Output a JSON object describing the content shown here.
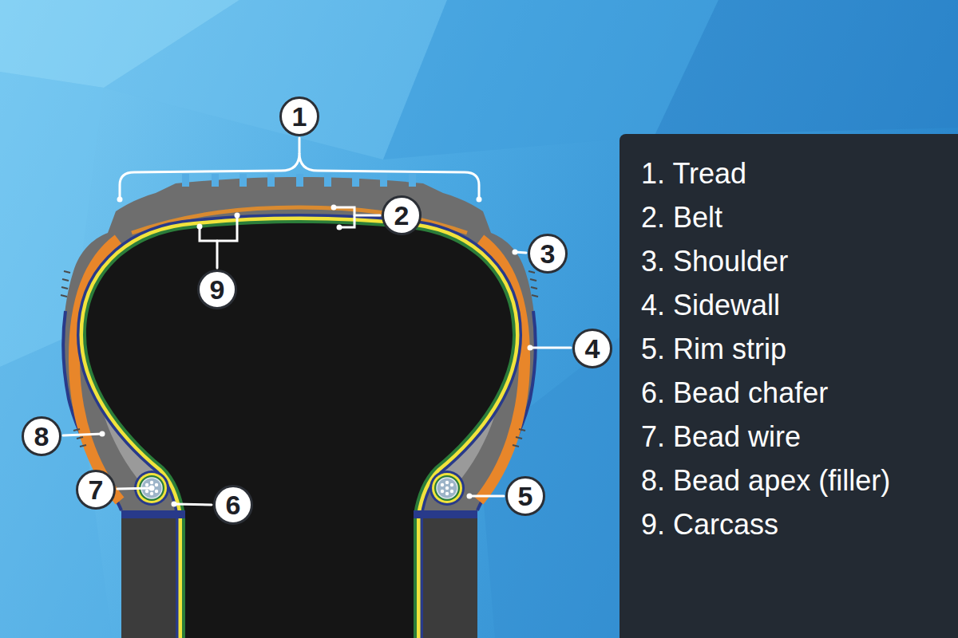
{
  "diagram": {
    "nodes": [
      {
        "text": [
          "1. Tread",
          "2. Belt",
          "3. Shoulder",
          "4. Sidewall",
          "5. Rim strip",
          "6. Bead chafer",
          "7. Bead wire",
          "8. Bead apex (filler)",
          "9. Carcass"
        ]
      }
    ],
    "labels": [
      "1",
      "2",
      "3",
      "4",
      "5",
      "6",
      "7",
      "8",
      "9"
    ]
  }
}
